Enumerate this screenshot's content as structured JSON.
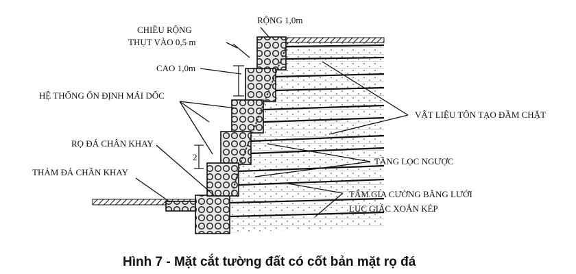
{
  "labels": {
    "width_top": "RỘNG 1,0m",
    "setback_line1": "CHIỀU RỘNG",
    "setback_line2": "THỤT VÀO 0,5 m",
    "height": "CAO 1,0m",
    "slope_stability": "HỆ THỐNG ỔN ĐỊNH MÁI DỐC",
    "toe_gabion": "RỌ ĐÁ CHÂN KHAY",
    "toe_mattress": "THẢM ĐÁ CHÂN KHAY",
    "fill_material": "VẬT LIỆU TÔN TẠO ĐẦM CHẶT",
    "filter_layer": "TẦNG LỌC NGƯỢC",
    "reinforcement_line1": "TẤM GIA CƯỜNG BẰNG LƯỚI",
    "reinforcement_line2": "LỤC GIÁC XOẮN KÉP",
    "dim_marker": "2"
  },
  "caption": "Hình 7 - Mặt cắt tường đất có cốt bản mặt rọ đá",
  "gabion_tiers": 6
}
